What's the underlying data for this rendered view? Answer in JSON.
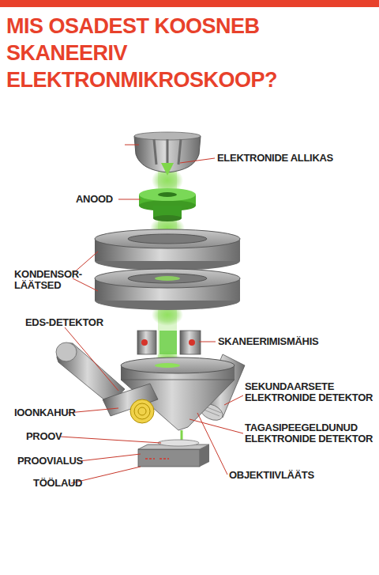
{
  "diagram": {
    "title": "MIS OSADEST KOOSNEB SKANEERIV ELEKTRONMIKROSKOOP?",
    "labels": [
      "ELEKTRONIDE ALLIKAS",
      "ANOOD",
      "KONDENSOR- LÄÄTSED",
      "EDS-DETEKTOR",
      "SKANEERIMISMÄHIS",
      "SEKUNDAARSETE ELEKTRONIDE DETEKTOR",
      "IOONKAHUR",
      "TAGASIPEEGELDUNUD ELEKTRONIDE DETEKTOR",
      "PROOV",
      "PROOVIALUS",
      "TÖÖLAUD",
      "OBJEKTIIVLÄÄTS"
    ]
  }
}
